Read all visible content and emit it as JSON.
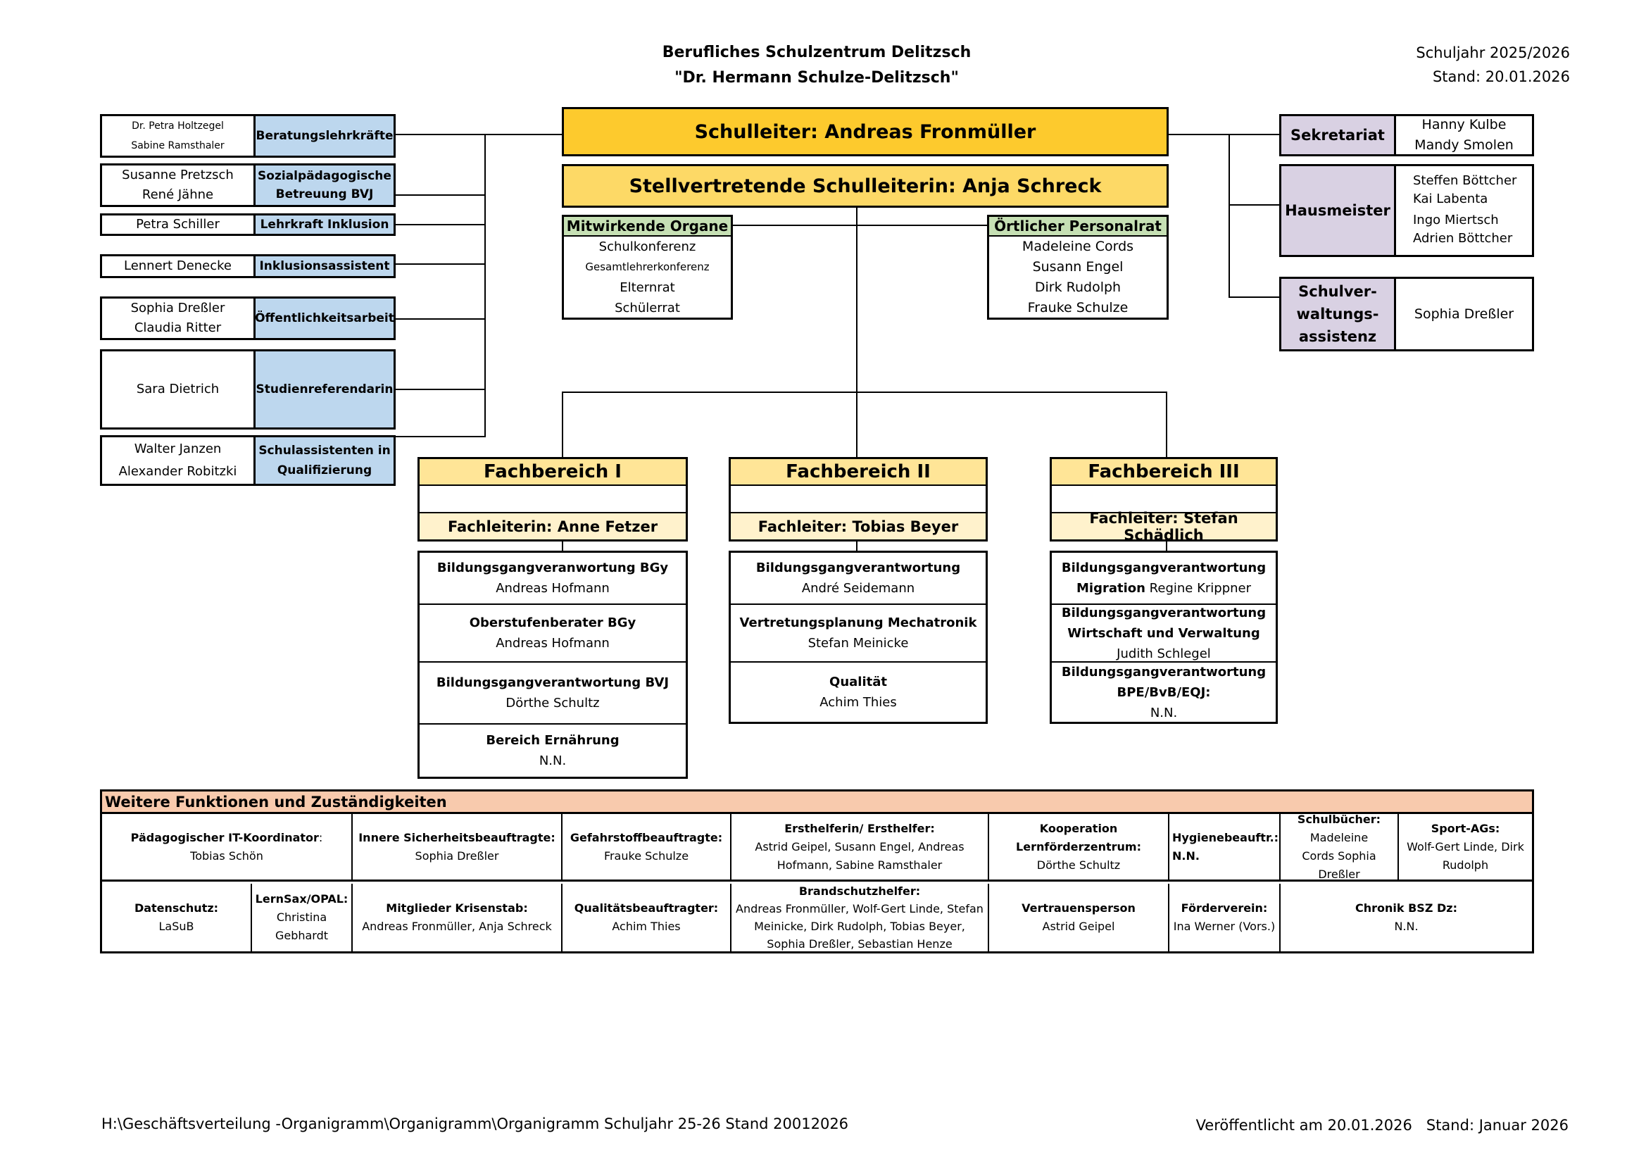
{
  "header": {
    "title_line1": "Berufliches Schulzentrum Delitzsch",
    "title_line2": "\"Dr. Hermann Schulze-Delitzsch\"",
    "schuljahr": "Schuljahr 2025/2026",
    "stand": "Stand: 20.01.2026"
  },
  "leitung": {
    "schulleiter": "Schulleiter: Andreas Fronmüller",
    "stellvertretung": "Stellvertretende Schulleiterin: Anja Schreck"
  },
  "left_roles": [
    {
      "names": [
        "Dr. Petra Holtzegel",
        "Sabine Ramsthaler"
      ],
      "role": "Beratungslehrkräfte"
    },
    {
      "names": [
        "Susanne Pretzsch",
        "René Jähne"
      ],
      "role": "Sozialpädagogische Betreuung BVJ"
    },
    {
      "names": [
        "Petra Schiller"
      ],
      "role": "Lehrkraft Inklusion"
    },
    {
      "names": [
        "Lennert Denecke"
      ],
      "role": "Inklusionsassistent"
    },
    {
      "names": [
        "Sophia Dreßler",
        "Claudia Ritter"
      ],
      "role": "Öffentlichkeitsarbeit"
    },
    {
      "names": [
        "Sara Dietrich"
      ],
      "role": "Studienreferendarin"
    },
    {
      "names": [
        "Walter Janzen",
        "Alexander Robitzki"
      ],
      "role": "Schulassistenten in Qualifizierung"
    }
  ],
  "right_roles": [
    {
      "role": "Sekretariat",
      "names": [
        "Hanny Kulbe",
        "Mandy Smolen"
      ]
    },
    {
      "role": "Hausmeister",
      "names": [
        "Steffen Böttcher",
        "Kai Labenta",
        "Ingo Miertsch",
        "Adrien  Böttcher"
      ]
    },
    {
      "role": "Schulver-waltungs-assistenz",
      "names": [
        "Sophia Dreßler"
      ]
    }
  ],
  "organe": {
    "title": "Mitwirkende Organe",
    "items": [
      "Schulkonferenz",
      "Gesamtlehrerkonferenz",
      "Elternrat",
      "Schülerrat"
    ]
  },
  "personalrat": {
    "title": "Örtlicher Personalrat",
    "items": [
      "Madeleine Cords",
      "Susann Engel",
      "Dirk Rudolph",
      "Frauke Schulze"
    ]
  },
  "fachbereiche": [
    {
      "title": "Fachbereich I",
      "leitung": "Fachleiterin: Anne Fetzer",
      "items": [
        {
          "label": "Bildungsgangveranwortung BGy",
          "person": "Andreas Hofmann"
        },
        {
          "label": "Oberstufenberater BGy",
          "person": "Andreas Hofmann"
        },
        {
          "label": "Bildungsgangverantwortung BVJ",
          "person": "Dörthe Schultz"
        },
        {
          "label": "Bereich Ernährung",
          "person": "N.N."
        }
      ]
    },
    {
      "title": "Fachbereich II",
      "leitung": "Fachleiter: Tobias Beyer",
      "items": [
        {
          "label": "Bildungsgangverantwortung",
          "person": "André Seidemann"
        },
        {
          "label": "Vertretungsplanung Mechatronik",
          "person": "Stefan Meinicke"
        },
        {
          "label": "Qualität",
          "person": "Achim Thies"
        }
      ]
    },
    {
      "title": "Fachbereich III",
      "leitung": "Fachleiter: Stefan Schädlich",
      "items": [
        {
          "label": "Bildungsgangverantwortung",
          "label2": "Migration",
          "person": "Regine Krippner"
        },
        {
          "label": "Bildungsgangverantwortung",
          "label2": "Wirtschaft und Verwaltung",
          "person": "Judith Schlegel"
        },
        {
          "label": "Bildungsgangverantwortung",
          "label2": "BPE/BvB/EQJ:",
          "person": "N.N."
        }
      ]
    }
  ],
  "weitere": {
    "title": "Weitere Funktionen und Zuständigkeiten",
    "row1": [
      {
        "label": "Pädagogischer IT-Koordinator",
        "suffix": ":",
        "value": "Tobias Schön"
      },
      {
        "label": "Innere Sicherheitsbeauftragte:",
        "value": "Sophia Dreßler"
      },
      {
        "label": "Gefahrstoffbeauftragte:",
        "value": "Frauke Schulze"
      },
      {
        "label": "Ersthelferin/ Ersthelfer:",
        "value": "Astrid Geipel, Susann Engel, Andreas Hofmann, Sabine Ramsthaler"
      },
      {
        "label": "Kooperation Lernförderzentrum:",
        "value": "Dörthe Schultz"
      },
      {
        "label": "Hygienebeauftr.:",
        "value": "N.N."
      },
      {
        "label": "Schulbücher:",
        "value": "Madeleine Cords Sophia Dreßler"
      },
      {
        "label": "Sport-AGs:",
        "value": "Wolf-Gert Linde, Dirk Rudolph"
      }
    ],
    "row2": [
      {
        "label": "Datenschutz:",
        "value": "LaSuB"
      },
      {
        "label": "LernSax/OPAL:",
        "value": "Christina Gebhardt"
      },
      {
        "label": "Mitglieder Krisenstab:",
        "value": "Andreas Fronmüller, Anja Schreck"
      },
      {
        "label": "Qualitätsbeauftragter:",
        "value": "Achim Thies"
      },
      {
        "label": "Brandschutzhelfer:",
        "value": "Andreas Fronmüller, Wolf-Gert Linde, Stefan Meinicke, Dirk Rudolph, Tobias Beyer, Sophia Dreßler, Sebastian Henze"
      },
      {
        "label": "Vertrauensperson",
        "value": "Astrid Geipel"
      },
      {
        "label": "Förderverein:",
        "value": "Ina Werner (Vors.)"
      },
      {
        "label": "Chronik BSZ Dz:",
        "value": "N.N."
      }
    ]
  },
  "footer": {
    "path": "H:\\Geschäftsverteilung -Organigramm\\Organigramm\\Organigramm Schuljahr 25-26 Stand 20012026",
    "published": "Veröffentlicht am 20.01.2026   Stand: Januar 2026"
  }
}
